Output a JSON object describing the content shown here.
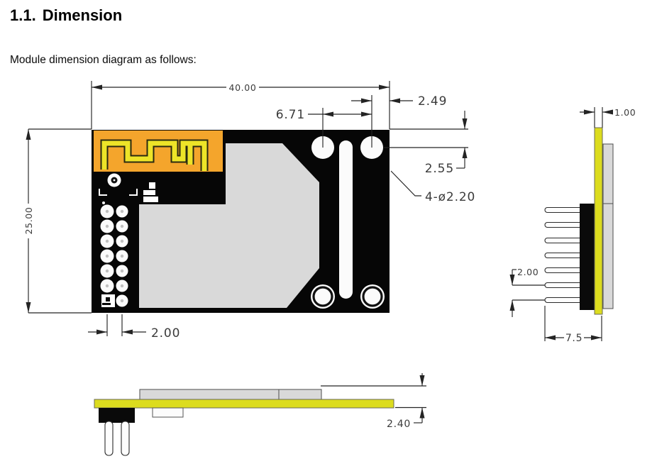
{
  "page": {
    "heading_number": "1.1.",
    "heading_title": "Dimension",
    "intro": "Module dimension diagram as follows:"
  },
  "dimensions": {
    "board_width": "40.00",
    "board_height": "25.00",
    "hole_spacing_x": "6.71",
    "hole_offset_right": "2.49",
    "hole_offset_top": "2.55",
    "mounting_holes_callout": "4-ø2.20",
    "pad_pitch": "2.00",
    "pcb_thickness": "1.00",
    "pin_pitch": "2.00",
    "pin_depth": "7.5",
    "assembly_height": "2.40"
  },
  "colors": {
    "antenna_orange": "#F4A52C",
    "trace_yellow": "#EDE428",
    "pcb_yellow": "#DCDC1E",
    "shield_gray": "#D9D9D9",
    "board_black": "#060606"
  }
}
